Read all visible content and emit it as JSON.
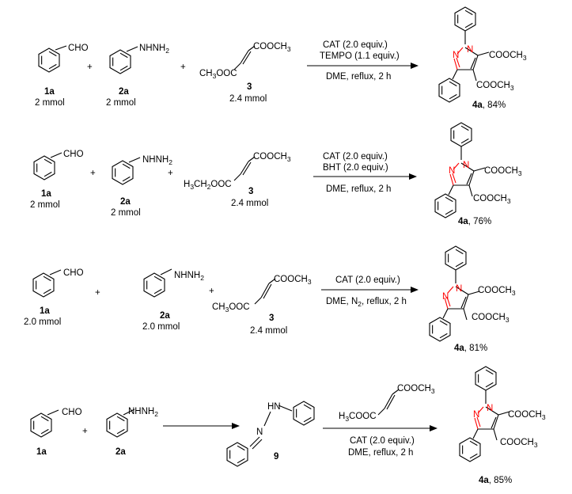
{
  "colors": {
    "nitrogen": "#ff0000",
    "ink": "#000000"
  },
  "schemes": [
    {
      "benzaldehyde": {
        "group": "CHO",
        "id": "1a",
        "amount": "2 mmol"
      },
      "hydrazine": {
        "group": "NHNH",
        "group_sub": "2",
        "id": "2a",
        "amount": "2 mmol"
      },
      "alkyne": {
        "top": "COOCH",
        "top_sub": "3",
        "left": "CH",
        "left_sub": "3",
        "left_tail": "OOC",
        "id": "3",
        "amount": "2.4 mmol"
      },
      "conditions": {
        "line1": "CAT (2.0 equiv.)",
        "line2": "TEMPO (1.1 equiv.)",
        "below": "DME, reflux, 2 h"
      },
      "product": {
        "n1": "N",
        "n2": "N",
        "ester_a": "COOCH",
        "ester_a_sub": "3",
        "ester_b": "COOCH",
        "ester_b_sub": "3",
        "id": "4a",
        "yield": ", 84%"
      }
    },
    {
      "benzaldehyde": {
        "group": "CHO",
        "id": "1a",
        "amount": "2 mmol"
      },
      "hydrazine": {
        "group": "NHNH",
        "group_sub": "2",
        "id": "2a",
        "amount": "2 mmol"
      },
      "alkyne": {
        "top": "COOCH",
        "top_sub": "3",
        "left": "H",
        "left_sub": "3",
        "left_mid": "CH",
        "left_sub2": "2",
        "left_tail": "OOC",
        "left_prefix": "C",
        "id": "3",
        "amount": "2.4 mmol"
      },
      "conditions": {
        "line1": "CAT (2.0 equiv.)",
        "line2": "BHT (2.0 equiv.)",
        "below": "DME, reflux, 2 h"
      },
      "product": {
        "n1": "N",
        "n2": "N",
        "ester_a": "COOCH",
        "ester_a_sub": "3",
        "ester_b": "COOCH",
        "ester_b_sub": "3",
        "id": "4a",
        "yield": ", 76%"
      }
    },
    {
      "benzaldehyde": {
        "group": "CHO",
        "id": "1a",
        "amount": "2.0 mmol"
      },
      "hydrazine": {
        "group": "NHNH",
        "group_sub": "2",
        "id": "2a",
        "amount": "2.0 mmol"
      },
      "alkyne": {
        "top": "COOCH",
        "top_sub": "3",
        "left": "CH",
        "left_sub": "3",
        "left_tail": "OOC",
        "id": "3",
        "amount": "2.4 mmol"
      },
      "conditions": {
        "line1": "CAT (2.0 equiv.)",
        "below_pre": "DME, N",
        "below_sub": "2",
        "below_post": ", reflux, 2 h"
      },
      "product": {
        "n1": "N",
        "n2": "N",
        "ester_a": "COOCH",
        "ester_a_sub": "3",
        "ester_b": "COOCH",
        "ester_b_sub": "3",
        "id": "4a",
        "yield": ", 81%"
      }
    },
    {
      "benzaldehyde": {
        "group": "CHO",
        "id": "1a"
      },
      "hydrazine": {
        "group": "NHNH",
        "group_sub": "2",
        "id": "2a"
      },
      "hydrazone": {
        "nh": "HN",
        "n": "N",
        "id": "9"
      },
      "alkyne": {
        "top": "COOCH",
        "top_sub": "3",
        "left": "H",
        "left_sub": "3",
        "left_tail": "COOC"
      },
      "conditions": {
        "line1": "CAT (2.0 equiv.)",
        "line2": "DME, reflux, 2 h"
      },
      "product": {
        "n1": "N",
        "n2": "N",
        "ester_a": "COOCH",
        "ester_a_sub": "3",
        "ester_b": "COOCH",
        "ester_b_sub": "3",
        "id": "4a",
        "yield": ", 85%"
      }
    }
  ],
  "plus": "+"
}
